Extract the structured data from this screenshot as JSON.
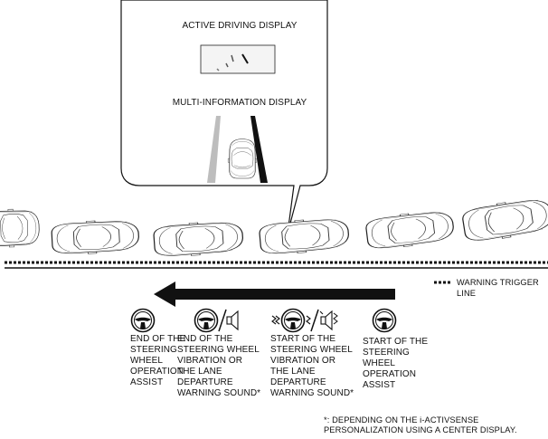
{
  "callout": {
    "active_driving_display_title": "ACTIVE DRIVING DISPLAY",
    "multi_information_display_title": "MULTI-INFORMATION DISPLAY"
  },
  "legend": {
    "warning_trigger_line": "WARNING TRIGGER LINE"
  },
  "stages": [
    {
      "id": "end-steering-assist",
      "icon": "steering-wheel-icon",
      "label": "END OF THE\nSTEERING\nWHEEL\nOPERATION\nASSIST"
    },
    {
      "id": "end-vibration-sound",
      "icon": "steering-wheel-speaker-icon",
      "label": "END OF THE\nSTEERING WHEEL\nVIBRATION OR\nTHE LANE\nDEPARTURE\nWARNING SOUND*"
    },
    {
      "id": "start-vibration-sound",
      "icon": "vibrating-steering-wheel-speaker-icon",
      "label": "START OF THE\nSTEERING WHEEL\nVIBRATION OR\nTHE LANE\nDEPARTURE\nWARNING SOUND*"
    },
    {
      "id": "start-steering-assist",
      "icon": "steering-wheel-icon",
      "label": "START OF THE\nSTEERING\nWHEEL\nOPERATION\nASSIST"
    }
  ],
  "footnote": "*: DEPENDING ON THE  i-ACTIVSENSE\nPERSONALIZATION USING A CENTER DISPLAY."
}
